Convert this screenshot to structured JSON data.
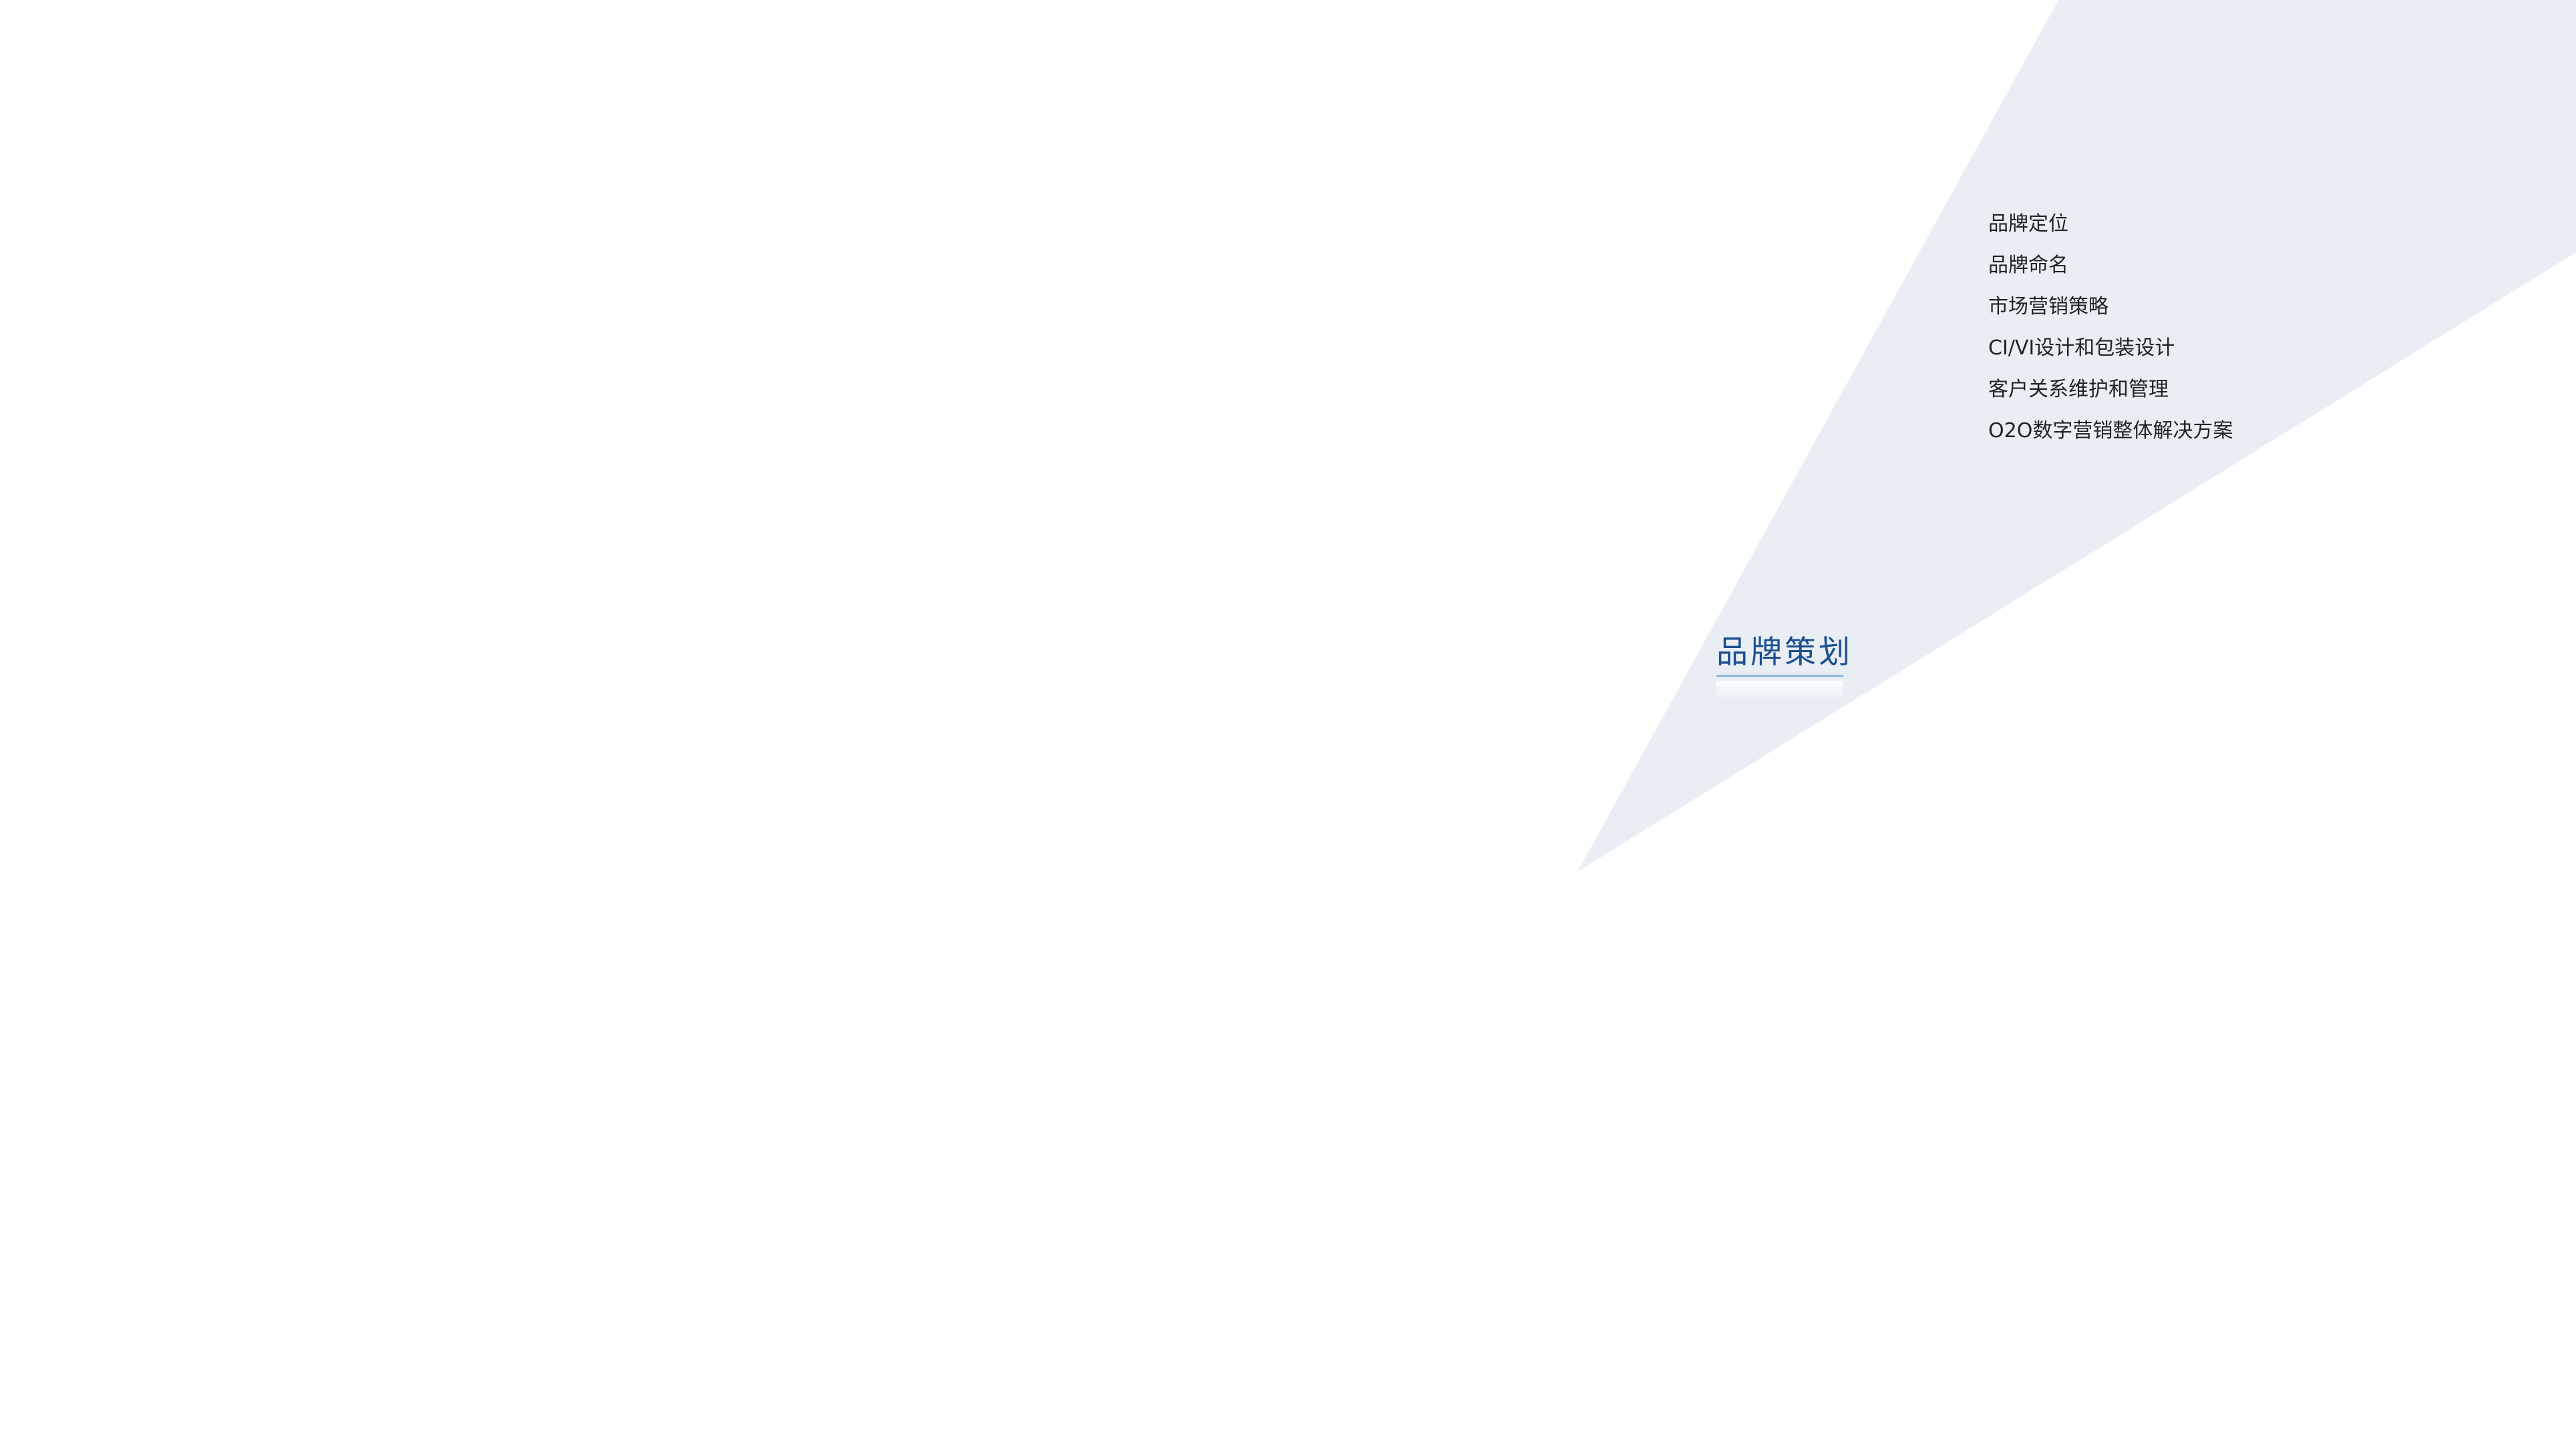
{
  "colors": {
    "background": "#ffffff",
    "wedge": "#e9eef5",
    "title": "#1b4f8f",
    "menu_text": "#222222"
  },
  "section": {
    "title": "品牌策划"
  },
  "menu": {
    "items": [
      {
        "label": "品牌定位"
      },
      {
        "label": "品牌命名"
      },
      {
        "label": "市场营销策略"
      },
      {
        "label": "CI/VI设计和包装设计"
      },
      {
        "label": "客户关系维护和管理"
      },
      {
        "label": "O2O数字营销整体解决方案"
      }
    ]
  }
}
